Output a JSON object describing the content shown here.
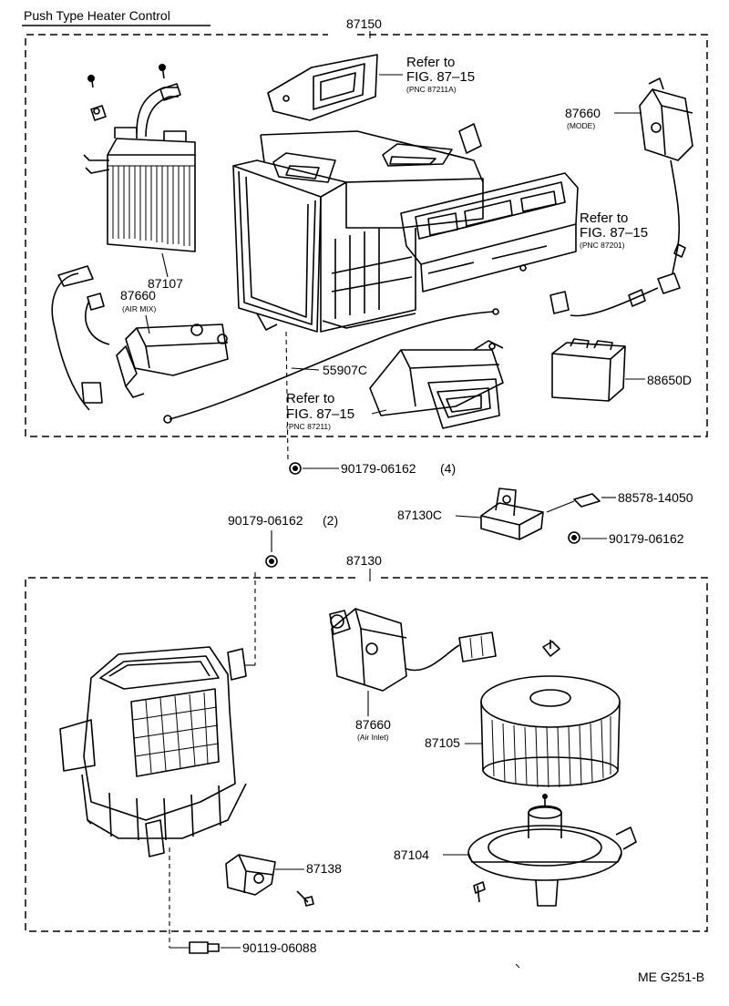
{
  "header": {
    "title": "Push Type Heater Control"
  },
  "figure_code": "ME G251-B",
  "refs": {
    "a": {
      "line1": "Refer to",
      "line2": "FIG. 87–15",
      "pnc": "(PNC 87211A)"
    },
    "b": {
      "line1": "Refer to",
      "line2": "FIG. 87–15",
      "pnc": "(PNC 87201)"
    },
    "c": {
      "line1": "Refer to",
      "line2": "FIG. 87–15",
      "pnc": "(PNC 87211)"
    }
  },
  "parts": {
    "p87150": {
      "number": "87150"
    },
    "p87107": {
      "number": "87107"
    },
    "p87660_air_mix": {
      "number": "87660",
      "note": "(AIR MIX)"
    },
    "p87660_mode": {
      "number": "87660",
      "note": "(MODE)"
    },
    "p55907C": {
      "number": "55907C"
    },
    "p88650D": {
      "number": "88650D"
    },
    "p90179_4": {
      "number": "90179-06162",
      "qty": "(4)"
    },
    "p90179_2": {
      "number": "90179-06162",
      "qty": "(2)"
    },
    "p87130C": {
      "number": "87130C"
    },
    "p88578": {
      "number": "88578-14050"
    },
    "p90179_c": {
      "number": "90179-06162"
    },
    "p87130": {
      "number": "87130"
    },
    "p87660_air_inlet": {
      "number": "87660",
      "note": "(Air Inlet)"
    },
    "p87105": {
      "number": "87105"
    },
    "p87104": {
      "number": "87104"
    },
    "p87138": {
      "number": "87138"
    },
    "p90119": {
      "number": "90119-06088"
    }
  }
}
